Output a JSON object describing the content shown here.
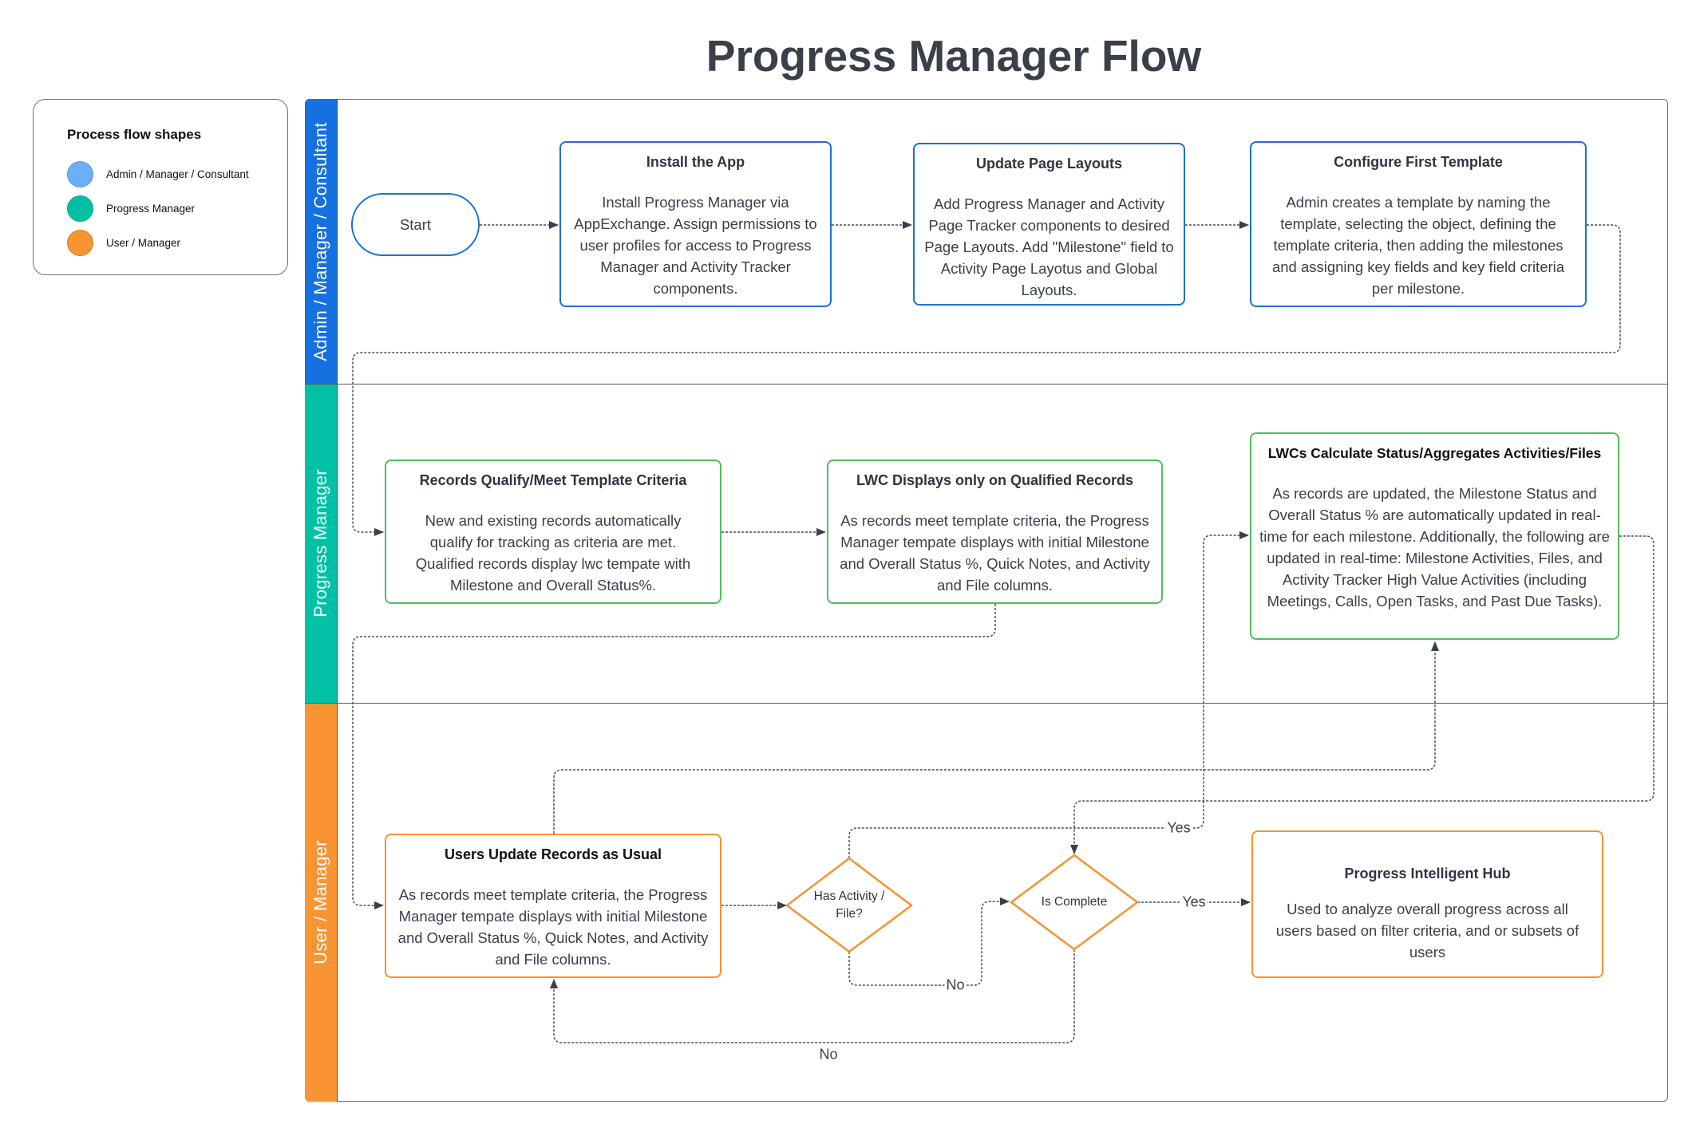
{
  "title": "Progress Manager Flow",
  "legend": {
    "title": "Process flow shapes",
    "items": [
      {
        "label": "Admin / Manager / Consultant",
        "color": "#6aaefc"
      },
      {
        "label": "Progress Manager",
        "color": "#00bfa5"
      },
      {
        "label": "User / Manager",
        "color": "#f99432"
      }
    ]
  },
  "lanes": [
    {
      "label": "Admin / Manager / Consultant",
      "color": "#1570e0"
    },
    {
      "label": "Progress Manager",
      "color": "#00c1a5"
    },
    {
      "label": "User / Manager",
      "color": "#f99432"
    }
  ],
  "nodes": {
    "start": {
      "label": "Start"
    },
    "install": {
      "title": "Install the App",
      "body": "Install Progress Manager via AppExchange. Assign permissions to user profiles for access to Progress Manager and Activity Tracker components."
    },
    "update_layouts": {
      "title": "Update Page Layouts",
      "body": "Add Progress Manager and Activity Page Tracker components to desired Page Layouts. Add \"Milestone\" field to Activity Page Layotus and Global Layouts."
    },
    "configure": {
      "title": "Configure First Template",
      "body": "Admin creates a template by naming the template, selecting the object, defining the template criteria, then adding the milestones and assigning key fields and key field criteria per milestone."
    },
    "records_qualify": {
      "title": "Records Qualify/Meet Template Criteria",
      "body": "New and existing records automatically qualify for tracking as criteria are met. Qualified records display lwc tempate with Milestone and Overall Status%."
    },
    "lwc_displays": {
      "title": "LWC Displays only on Qualified Records",
      "body": "As records meet template criteria, the Progress Manager tempate displays with initial Milestone and Overall Status %, Quick Notes, and Activity and File columns."
    },
    "lwcs_calculate": {
      "title": "LWCs Calculate Status/Aggregates Activities/Files",
      "body": "As records are updated, the Milestone Status and Overall Status % are automatically updated in real-time for each milestone. Additionally, the following are updated in real-time:  Milestone Activities, Files, and Activity Tracker High Value Activities (including Meetings, Calls, Open Tasks, and Past Due Tasks)."
    },
    "users_update": {
      "title": "Users Update Records as Usual",
      "body": "As records meet template criteria, the Progress Manager tempate displays with initial Milestone and Overall Status %, Quick Notes, and Activity and File columns."
    },
    "has_activity": {
      "label": "Has Activity / File?"
    },
    "is_complete": {
      "label": "Is Complete"
    },
    "hub": {
      "title": "Progress Intelligent Hub",
      "body": "Used to analyze overall progress across all users based on filter criteria, and or subsets of users"
    }
  },
  "connector_labels": {
    "has_activity_yes": "Yes",
    "has_activity_no": "No",
    "is_complete_yes": "Yes",
    "is_complete_no": "No"
  }
}
